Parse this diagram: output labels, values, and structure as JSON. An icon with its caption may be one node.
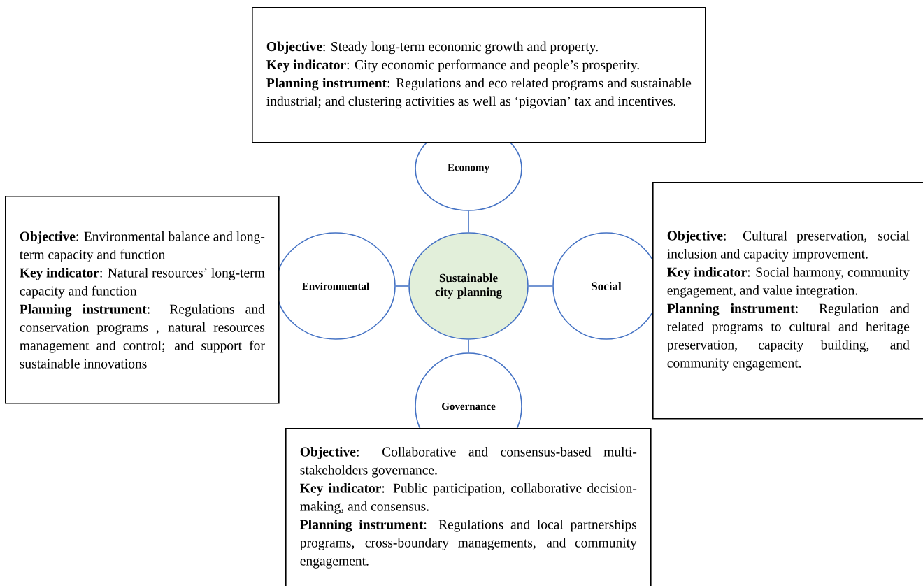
{
  "diagram": {
    "nodes": [
      {
        "text": [
          "**Objective**: Steady long-term economic growth and property.",
          "**Key indicator**: City economic performance and people’s prosperity.",
          "**Planning instrument**: Regulations and eco related programs and sustainable industrial; and clustering activities as well as ‘pigovian’ tax and incentives."
        ]
      },
      {
        "text": [
          "Economy"
        ]
      },
      {
        "text": [
          "**Objective**: Environmental balance and long-term capacity and function",
          "**Key indicator**: Natural resources’ long-term capacity and function",
          "**Planning instrument**: Regulations and conservation programs , natural resources management and control; and support for sustainable innovations"
        ]
      },
      {
        "text": [
          "Environmental"
        ]
      },
      {
        "text": [
          "Sustainable city planning"
        ]
      },
      {
        "text": [
          "Social"
        ]
      },
      {
        "text": [
          "**Objective**: Cultural preservation, social inclusion and capacity improvement.",
          "**Key indicator**: Social harmony, community engagement, and value integration.",
          "**Planning instrument**: Regulation and related programs to cultural and heritage preservation, capacity building, and community engagement."
        ]
      },
      {
        "text": [
          "Governance"
        ]
      },
      {
        "text": [
          "**Objective**: Collaborative and consensus-based multi-stakeholders governance.",
          "**Key indicator**: Public participation, collaborative decision-making, and consensus.",
          "**Planning instrument**: Regulations and local partnerships programs, cross-boundary managements, and community engagement."
        ]
      }
    ],
    "edges": [
      {
        "from": 4,
        "to": 1,
        "arrow": "none"
      },
      {
        "from": 4,
        "to": 3,
        "arrow": "none"
      },
      {
        "from": 4,
        "to": 5,
        "arrow": "none"
      },
      {
        "from": 4,
        "to": 7,
        "arrow": "none"
      }
    ]
  }
}
